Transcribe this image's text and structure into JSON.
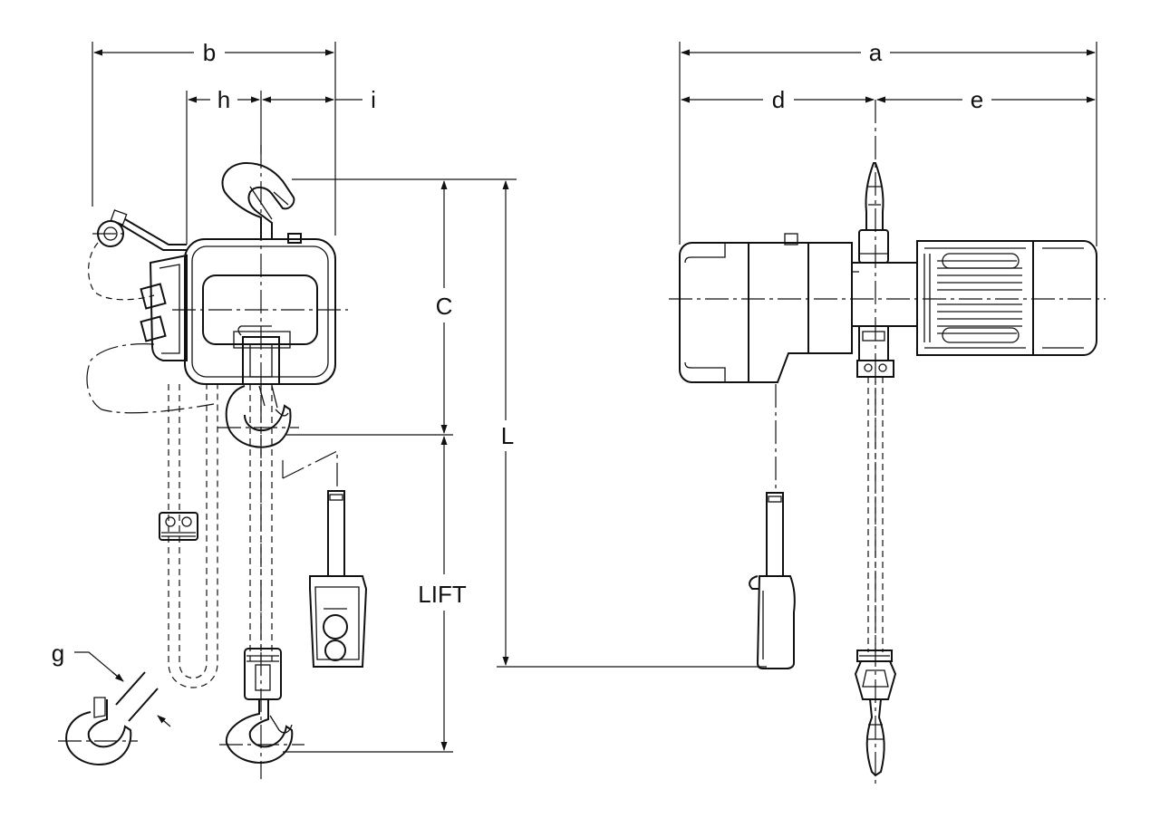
{
  "labels": {
    "a": "a",
    "b": "b",
    "c": "C",
    "d": "d",
    "e": "e",
    "g": "g",
    "h": "h",
    "i": "i",
    "l": "L",
    "lift": "LIFT"
  }
}
